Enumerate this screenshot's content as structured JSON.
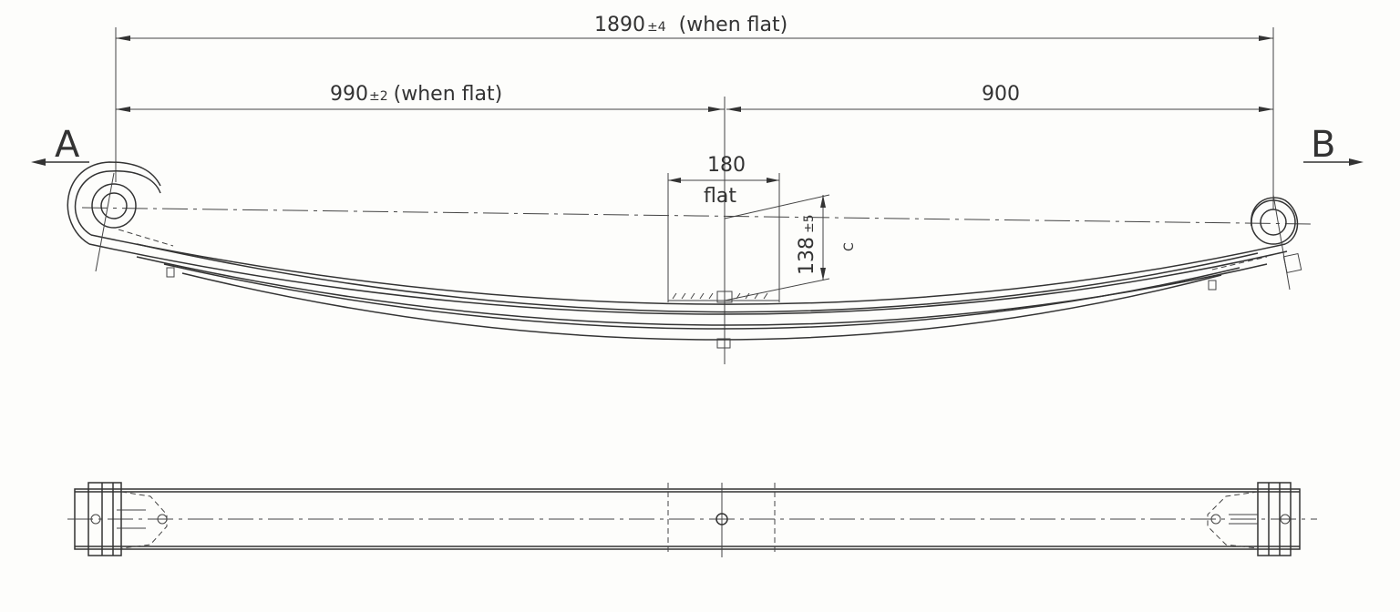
{
  "dimensions": {
    "overall_value": "1890",
    "overall_tol": "±4",
    "overall_note": "(when flat)",
    "left_value": "990",
    "left_tol": "±2",
    "left_note": "(when flat)",
    "right_value": "900",
    "center_value": "180",
    "center_note": "flat",
    "camber_value": "138",
    "camber_tol": "±5",
    "camber_label": "C"
  },
  "views": {
    "end_a": "A",
    "end_b": "B"
  }
}
